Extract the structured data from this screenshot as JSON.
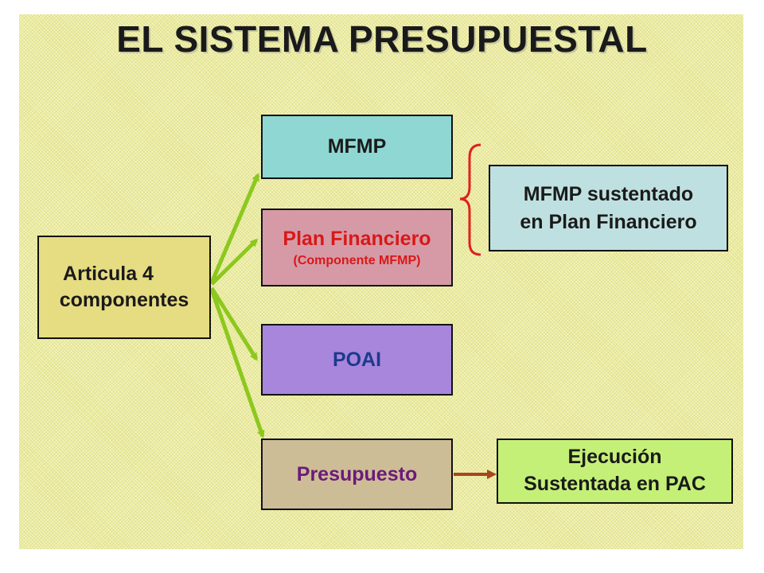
{
  "title": "EL SISTEMA PRESUPUESTAL",
  "nodes": {
    "articula": {
      "line1": "Articula 4",
      "line2": "componentes"
    },
    "mfmp": {
      "label": "MFMP"
    },
    "plan": {
      "label": "Plan Financiero",
      "sublabel": "(Componente MFMP)"
    },
    "poai": {
      "label": "POAI"
    },
    "presupuesto": {
      "label": "Presupuesto"
    },
    "sustentado": {
      "line1": "MFMP sustentado",
      "line2": "en Plan Financiero"
    },
    "ejecucion": {
      "line1": "Ejecución",
      "line2": "Sustentada en PAC"
    }
  },
  "colors": {
    "background": "#ecec9c",
    "green_arrow": "#8cc81e",
    "brown_arrow": "#a8461c",
    "brace": "#e02020"
  }
}
